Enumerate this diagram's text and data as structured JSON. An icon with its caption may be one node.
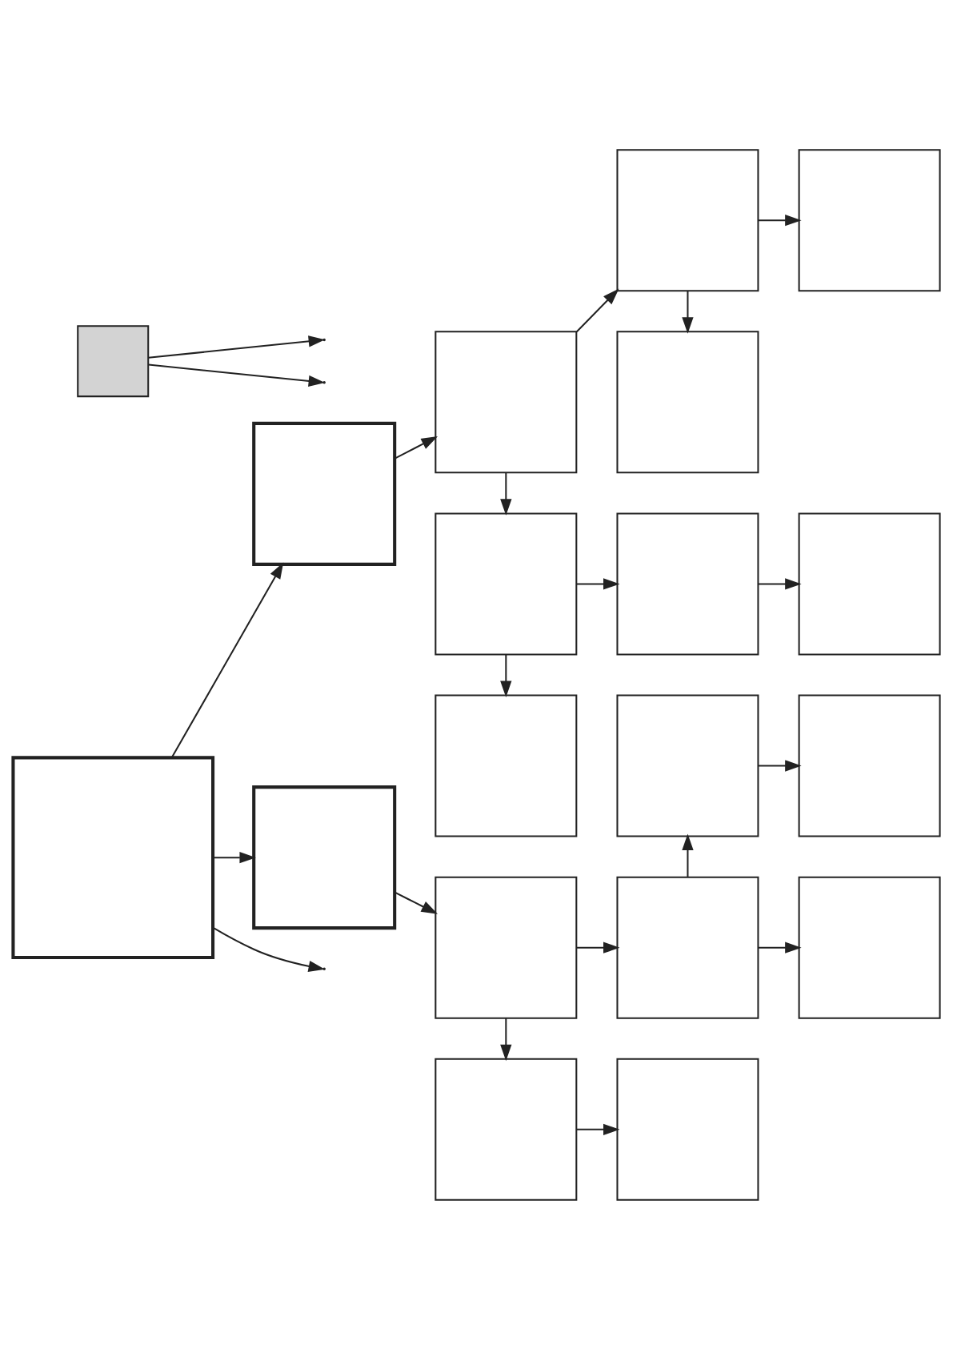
{
  "diagram": {
    "nodes": [
      {
        "text": [],
        "shape": "box"
      },
      {
        "text": [],
        "shape": "box"
      },
      {
        "text": [],
        "shape": "box"
      },
      {
        "text": [],
        "shape": "box"
      },
      {
        "text": [],
        "shape": "box"
      },
      {
        "text": [],
        "shape": "box"
      },
      {
        "text": [],
        "shape": "box"
      },
      {
        "text": [],
        "shape": "box"
      },
      {
        "text": [],
        "shape": "box"
      },
      {
        "text": [],
        "shape": "box"
      },
      {
        "text": [],
        "shape": "box"
      },
      {
        "text": [],
        "shape": "box"
      },
      {
        "text": [],
        "shape": "box"
      },
      {
        "text": [],
        "shape": "box"
      },
      {
        "text": [],
        "shape": "box"
      },
      {
        "text": [],
        "shape": "box"
      },
      {
        "text": [],
        "shape": "box"
      },
      {
        "text": [],
        "shape": "box"
      },
      {
        "text": [],
        "shape": "box"
      }
    ],
    "edges": [
      {
        "from": 1,
        "to": null,
        "arrow": "to"
      },
      {
        "from": 1,
        "to": null,
        "arrow": "to"
      },
      {
        "from": 0,
        "to": 2,
        "arrow": "to"
      },
      {
        "from": 2,
        "to": 3,
        "arrow": "to"
      },
      {
        "from": 3,
        "to": 4,
        "arrow": "to"
      },
      {
        "from": 4,
        "to": 5,
        "arrow": "to"
      },
      {
        "from": 4,
        "to": 6,
        "arrow": "to"
      },
      {
        "from": 3,
        "to": 7,
        "arrow": "to"
      },
      {
        "from": 7,
        "to": 8,
        "arrow": "to"
      },
      {
        "from": 8,
        "to": 9,
        "arrow": "to"
      },
      {
        "from": 7,
        "to": 10,
        "arrow": "to"
      },
      {
        "from": 0,
        "to": 11,
        "arrow": "to"
      },
      {
        "from": 11,
        "to": 12,
        "arrow": "to"
      },
      {
        "from": 12,
        "to": 13,
        "arrow": "to"
      },
      {
        "from": 13,
        "to": 14,
        "arrow": "to"
      },
      {
        "from": 12,
        "to": 15,
        "arrow": "to"
      },
      {
        "from": 15,
        "to": 16,
        "arrow": "to"
      },
      {
        "from": 13,
        "to": 17,
        "arrow": "to"
      },
      {
        "from": 17,
        "to": 18,
        "arrow": "to"
      },
      {
        "from": 0,
        "to": null,
        "arrow": "to"
      }
    ]
  }
}
